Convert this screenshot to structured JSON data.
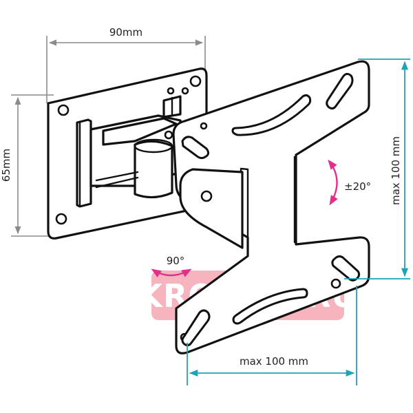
{
  "dimensions": {
    "width_top": "90mm",
    "height_left": "65mm",
    "max_height": "max 100 mm",
    "max_width": "max 100 mm",
    "tilt": "±20°",
    "swivel": "90°"
  },
  "watermark": {
    "text": "KRONSH.RU",
    "color": "#f3a7b3"
  },
  "colors": {
    "outline": "#111111",
    "gray_dimension": "#8a8a8a",
    "teal_dimension": "#1aa4b5",
    "rotation_arrow": "#e0308a"
  }
}
